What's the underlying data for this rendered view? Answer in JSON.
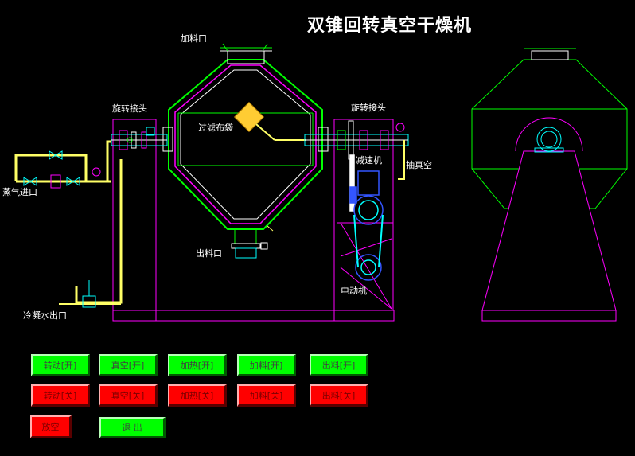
{
  "title": "双锥回转真空干燥机",
  "labels": {
    "feed_port": "加料口",
    "rotary_joint_left": "旋转接头",
    "rotary_joint_right": "旋转接头",
    "filter_bag": "过滤布袋",
    "steam_inlet": "蒸气进口",
    "reducer": "减速机",
    "vacuum": "抽真空",
    "discharge_port": "出料口",
    "motor": "电动机",
    "condensate_outlet": "冷凝水出口"
  },
  "buttons": {
    "rotate_on": "转动[开]",
    "vacuum_on": "真空[开]",
    "heat_on": "加热[开]",
    "feed_on": "加料[开]",
    "discharge_on": "出料[开]",
    "rotate_off": "转动[关]",
    "vacuum_off": "真空[关]",
    "heat_off": "加热[关]",
    "feed_off": "加料[关]",
    "discharge_off": "出料[关]",
    "vent": "放空",
    "exit": "退 出"
  },
  "colors": {
    "on": "#00ff00",
    "off": "#ff0000",
    "pipe_yellow": "#ffff66",
    "frame_magenta": "#ff00ff",
    "vessel_green": "#00ff00",
    "vessel_white": "#ffffff",
    "equipment_blue": "#3355ff",
    "belt_cyan": "#00ffff"
  }
}
